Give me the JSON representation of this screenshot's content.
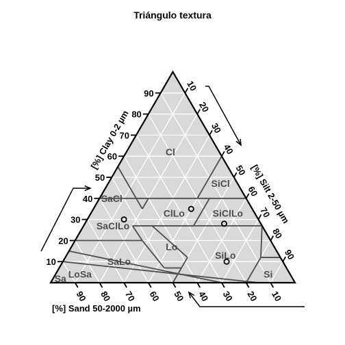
{
  "chart_data": {
    "type": "scatter",
    "subtype": "ternary-soil-texture",
    "title": "Triángulo textura",
    "axes": {
      "clay": {
        "label": "[%] Clay 0-2 µm",
        "ticks": [
          10,
          20,
          30,
          40,
          50,
          60,
          70,
          80,
          90
        ]
      },
      "silt": {
        "label": "[%] Silt 2-50 µm",
        "ticks": [
          10,
          20,
          30,
          40,
          50,
          60,
          70,
          80,
          90
        ]
      },
      "sand": {
        "label": "[%] Sand 50-2000 µm",
        "ticks": [
          90,
          80,
          70,
          60,
          50,
          40,
          30,
          20,
          10
        ]
      }
    },
    "grid": true,
    "classes": [
      {
        "label": "Cl",
        "clay": 62,
        "silt": 18,
        "sand": 20
      },
      {
        "label": "SiCl",
        "clay": 47,
        "silt": 46,
        "sand": 7
      },
      {
        "label": "SaCl",
        "clay": 40,
        "silt": 5,
        "sand": 55
      },
      {
        "label": "ClLo",
        "clay": 33,
        "silt": 34,
        "sand": 33
      },
      {
        "label": "SiClLo",
        "clay": 33,
        "silt": 56,
        "sand": 11
      },
      {
        "label": "SaClLo",
        "clay": 27,
        "silt": 12,
        "sand": 61
      },
      {
        "label": "Lo",
        "clay": 17,
        "silt": 41,
        "sand": 42
      },
      {
        "label": "SiLo",
        "clay": 13,
        "silt": 65,
        "sand": 22
      },
      {
        "label": "SaLo",
        "clay": 10,
        "silt": 23,
        "sand": 67
      },
      {
        "label": "Si",
        "clay": 4,
        "silt": 87,
        "sand": 9
      },
      {
        "label": "LoSa",
        "clay": 4,
        "silt": 10,
        "sand": 86
      },
      {
        "label": "Sa",
        "clay": 2,
        "silt": 3,
        "sand": 95
      }
    ],
    "points": [
      {
        "clay": 35,
        "silt": 40,
        "sand": 25
      },
      {
        "clay": 30,
        "silt": 15,
        "sand": 55
      },
      {
        "clay": 28,
        "silt": 57,
        "sand": 15
      },
      {
        "clay": 10,
        "silt": 67,
        "sand": 23
      }
    ],
    "colors": {
      "fill": "#d9d9d9",
      "grid": "#ffffff",
      "boundary": "#4d4d4d",
      "frame": "#000000",
      "label": "#4d4d4d"
    }
  }
}
